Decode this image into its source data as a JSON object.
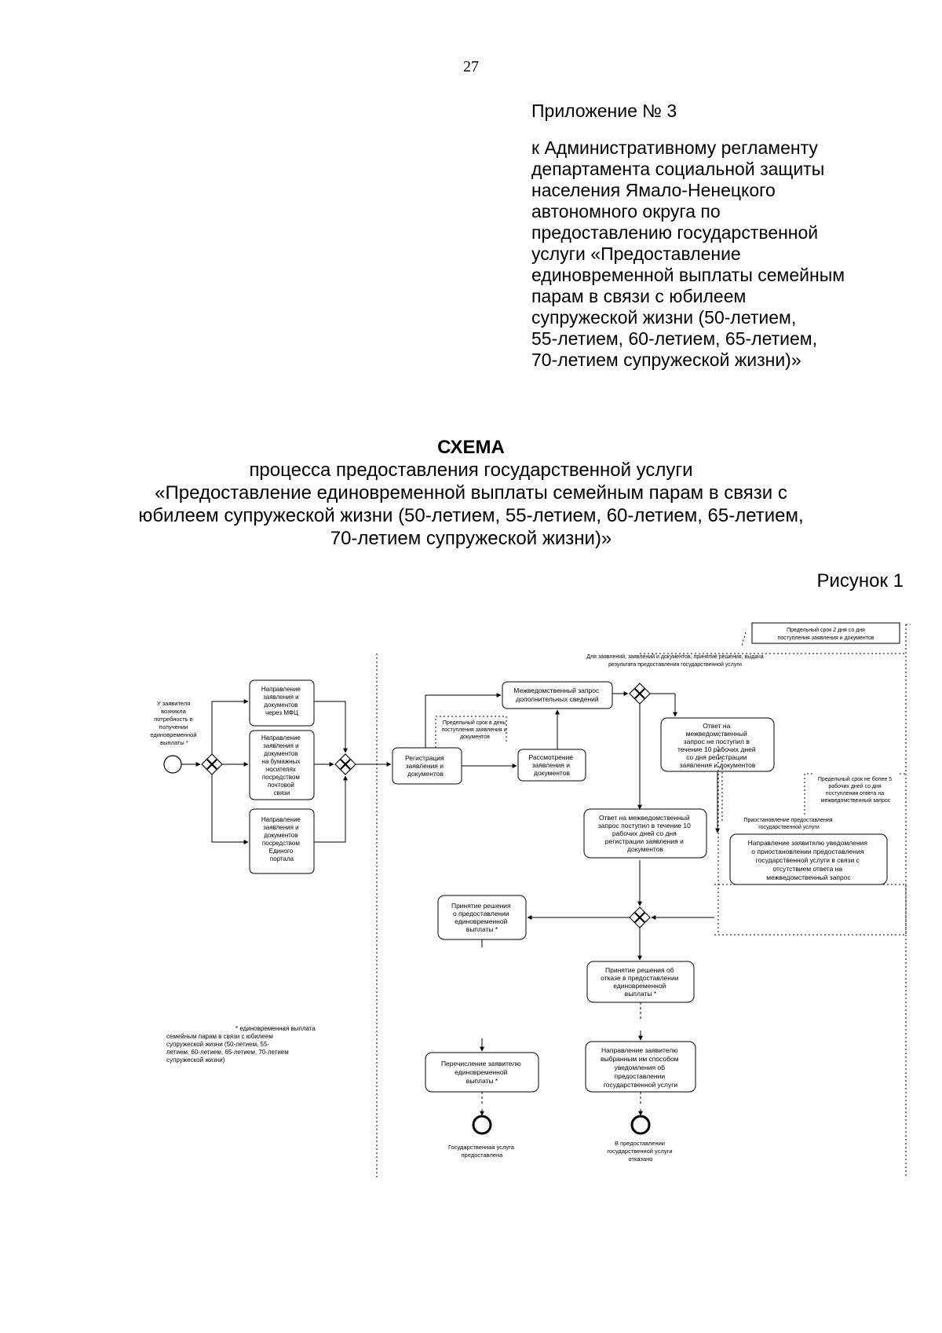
{
  "page_number": "27",
  "appendix": {
    "number": "Приложение № 3",
    "lines": [
      "к Административному регламенту",
      "департамента социальной защиты",
      "населения Ямало-Ненецкого",
      "автономного округа по",
      "предоставлению государственной",
      "услуги «Предоставление",
      "единовременной выплаты семейным",
      "парам в связи с юбилеем",
      "супружеской жизни (50-летием,",
      "55-летием, 60-летием, 65-летием,",
      "70-летием супружеской жизни)»"
    ]
  },
  "scheme": {
    "title": "СХЕМА",
    "lines": [
      "процесса предоставления государственной услуги",
      "«Предоставление единовременной выплаты семейным парам в связи с",
      "юбилеем супружеской жизни (50-летием, 55-летием, 60-летием, 65-летием,",
      "70-летием супружеской жизни)»"
    ]
  },
  "figure_label": "Рисунок 1",
  "diagram": {
    "note_top": [
      "Предельный срок 2 дня со дня",
      "поступления заявления и документов"
    ],
    "note_top2": [
      "Для заявлений, заявлений и документов, принятие решения, выдача",
      "результата предоставления государственной услуги"
    ],
    "start_label": [
      "У заявителя",
      "возникла",
      "потребность в",
      "получении",
      "единовременной",
      "выплаты *"
    ],
    "mfc": [
      "Направление",
      "заявления и",
      "документов",
      "через МФЦ"
    ],
    "paper": [
      "Направление",
      "заявления и",
      "документов",
      "на бумажных",
      "носителях",
      "посредством",
      "почтовой",
      "связи"
    ],
    "portal": [
      "Направление",
      "заявления и",
      "документов",
      "посредством",
      "Единого",
      "портала"
    ],
    "registration": [
      "Регистрация",
      "заявления и",
      "документов"
    ],
    "note_reg": [
      "Предельный срок в день",
      "поступления заявления и",
      "документов"
    ],
    "interagency": [
      "Межведомственный запрос",
      "дополнительных сведений"
    ],
    "review": [
      "Рассмотрение",
      "заявления и",
      "документов"
    ],
    "no_answer": [
      "Ответ на",
      "межведомственный",
      "запрос не поступил в",
      "течение 10 рабочих дней",
      "со дня регистрации",
      "заявления и документов"
    ],
    "answer": [
      "Ответ на межведомственный",
      "запрос поступил в течение 10",
      "рабочих дней со дня",
      "регистрации заявления и",
      "документов"
    ],
    "note_5days": [
      "Предельный срок не более 5",
      "рабочих дней со дня",
      "поступления ответа на",
      "межведомственный запрос"
    ],
    "note_suspend": [
      "Приостановление предоставления",
      "государственной услуги"
    ],
    "suspend": [
      "Направление заявителю уведомления",
      "о приостановлении предоставления",
      "государственной услуги в связи с",
      "отсутствием ответа на",
      "межведомственный запрос"
    ],
    "decision_grant": [
      "Принятие решения",
      "о предоставлении",
      "единовременной",
      "выплаты *"
    ],
    "decision_refuse": [
      "Принятие решения об",
      "отказе в предоставлении",
      "единовременной",
      "выплаты *"
    ],
    "footnote": [
      "* единовременная выплата",
      "семейным парам в связи с юбилеем",
      "супружеской жизни (50-летием, 55-",
      "летием, 60-летием, 65-летием, 70-летием",
      "супружеской жизни)"
    ],
    "transfer": [
      "Перечисление заявителю",
      "единовременной",
      "выплаты *"
    ],
    "notify_refuse": [
      "Направление заявителю",
      "выбранным им способом",
      "уведомления об",
      "предоставлении",
      "государственной услуги"
    ],
    "end_granted": [
      "Государственная услуга",
      "предоставлена"
    ],
    "end_refused": [
      "В предоставлении",
      "государственной услуги",
      "отказано"
    ]
  }
}
